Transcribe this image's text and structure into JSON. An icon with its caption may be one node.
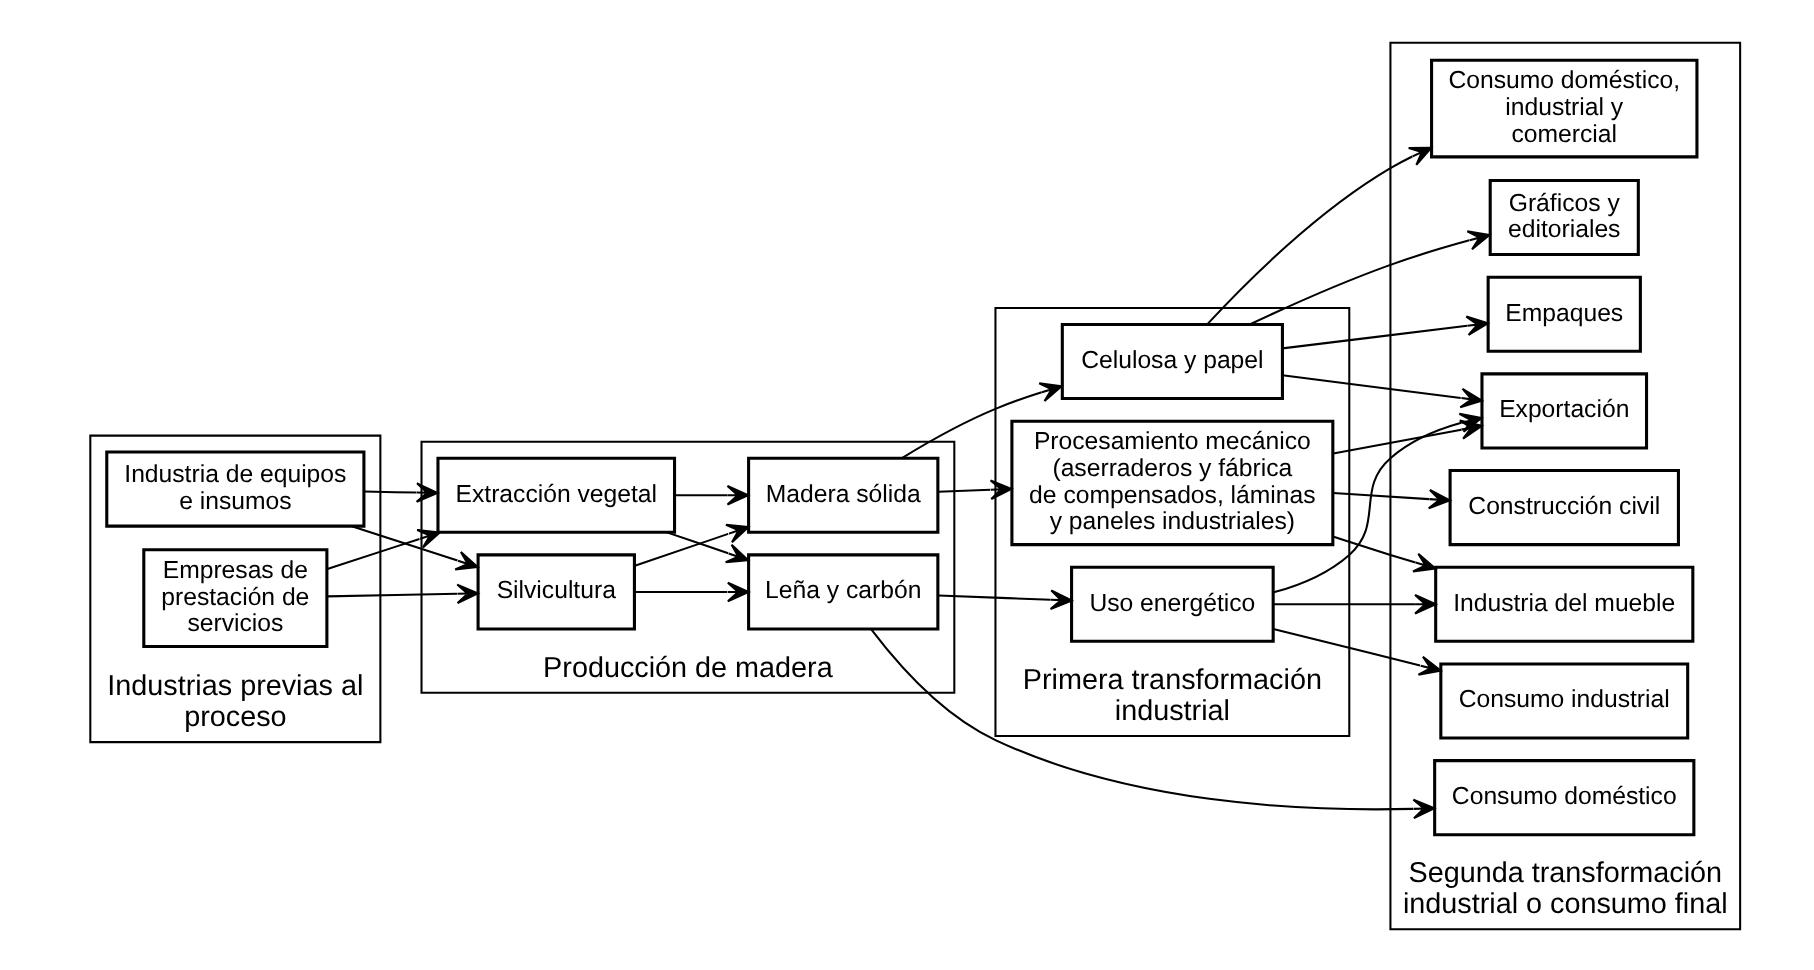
{
  "diagram": {
    "nodes": [
      {
        "text": [
          "Industrias previas al proceso"
        ]
      },
      {
        "text": [
          "Industria de equipos e insumos"
        ],
        "in": 0
      },
      {
        "text": [
          "Empresas de prestación de servicios"
        ],
        "in": 0
      },
      {
        "text": [
          "Producción de madera"
        ]
      },
      {
        "text": [
          "Extracción vegetal"
        ],
        "in": 3
      },
      {
        "text": [
          "Silvicultura"
        ],
        "in": 3
      },
      {
        "text": [
          "Leña y carbón"
        ],
        "in": 3
      },
      {
        "text": [
          "Madera sólida"
        ],
        "in": 3
      },
      {
        "text": [
          "Primera transformación industrial"
        ]
      },
      {
        "text": [
          "Uso energético"
        ],
        "in": 8
      },
      {
        "text": [
          "Procesamiento mecánico (aserraderos y fábrica de compensados, láminas y paneles industriales)"
        ],
        "in": 8
      },
      {
        "text": [
          "Celulosa y papel"
        ],
        "in": 8
      },
      {
        "text": [
          "Segunda transformación industrial o consumo final"
        ]
      },
      {
        "text": [
          "Consumo doméstico"
        ],
        "in": 12
      },
      {
        "text": [
          "Consumo industrial"
        ],
        "in": 12
      },
      {
        "text": [
          "Industria del mueble"
        ],
        "in": 12
      },
      {
        "text": [
          "Construcción civil"
        ],
        "in": 12
      },
      {
        "text": [
          "Exportación"
        ],
        "in": 12
      },
      {
        "text": [
          "Gráficos y editoriales"
        ],
        "in": 12
      },
      {
        "text": [
          "Empaques"
        ],
        "in": 12
      },
      {
        "text": [
          "Consumo doméstico, industrial y comercial"
        ],
        "in": 12
      }
    ],
    "edges": [
      {
        "from": 1,
        "to": 4,
        "arrow": "to"
      },
      {
        "from": 1,
        "to": 5,
        "arrow": "to"
      },
      {
        "from": 2,
        "to": 4,
        "arrow": "to"
      },
      {
        "from": 2,
        "to": 5,
        "arrow": "to"
      },
      {
        "from": 4,
        "to": 6,
        "arrow": "to"
      },
      {
        "from": 4,
        "to": 7,
        "arrow": "to"
      },
      {
        "from": 5,
        "to": 6,
        "arrow": "to"
      },
      {
        "from": 5,
        "to": 7,
        "arrow": "to"
      },
      {
        "from": 6,
        "to": 9,
        "arrow": "to"
      },
      {
        "from": 6,
        "to": 13,
        "arrow": "to"
      },
      {
        "from": 7,
        "to": 10,
        "arrow": "to"
      },
      {
        "from": 7,
        "to": 11,
        "arrow": "to"
      },
      {
        "from": 9,
        "to": 14,
        "arrow": "to"
      },
      {
        "from": 9,
        "to": 15,
        "arrow": "to"
      },
      {
        "from": 9,
        "to": 17,
        "arrow": "to"
      },
      {
        "from": 10,
        "to": 15,
        "arrow": "to"
      },
      {
        "from": 10,
        "to": 16,
        "arrow": "to"
      },
      {
        "from": 10,
        "to": 17,
        "arrow": "to"
      },
      {
        "from": 11,
        "to": 17,
        "arrow": "to"
      },
      {
        "from": 11,
        "to": 18,
        "arrow": "to"
      },
      {
        "from": 11,
        "to": 19,
        "arrow": "to"
      },
      {
        "from": 11,
        "to": 20,
        "arrow": "to"
      }
    ]
  }
}
